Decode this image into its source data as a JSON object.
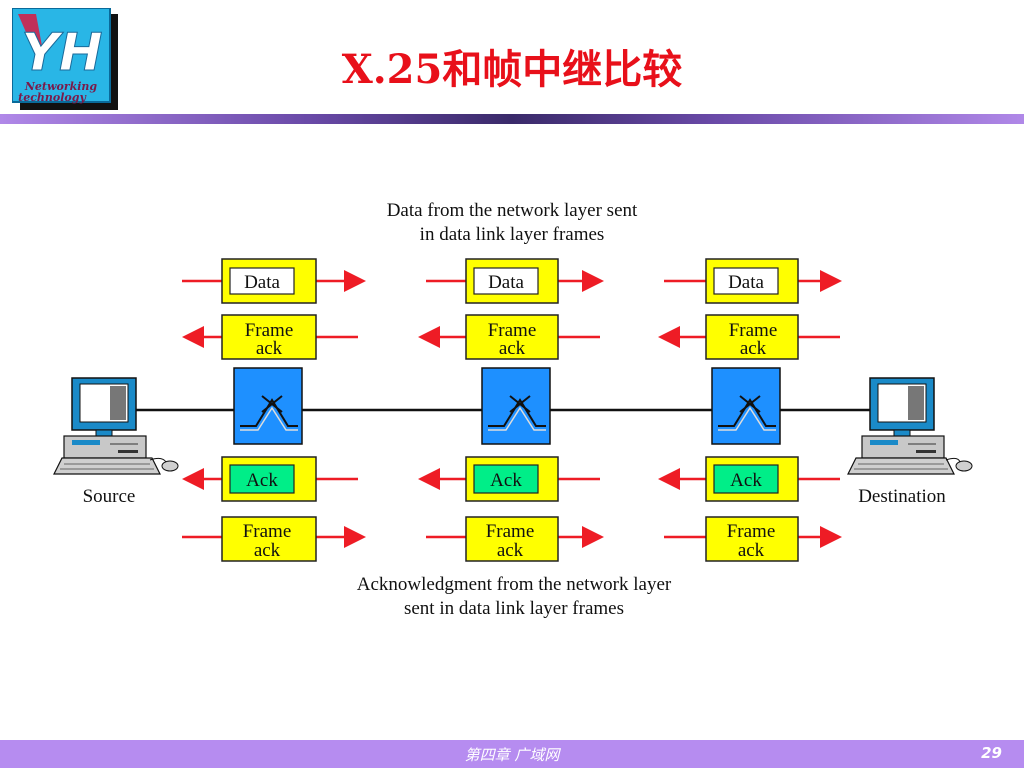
{
  "logo": {
    "letters": "YH",
    "line1": "Networking",
    "line2": "technology"
  },
  "title": "X.25和帧中继比较",
  "diagram": {
    "top_caption": [
      "Data from the network layer sent",
      "in data link layer frames"
    ],
    "bottom_caption": [
      "Acknowledgment from the network layer",
      "sent in data link layer frames"
    ],
    "data_label": "Data",
    "frame_ack_label": [
      "Frame",
      "ack"
    ],
    "ack_label": "Ack",
    "source_label": "Source",
    "destination_label": "Destination"
  },
  "colors": {
    "frame_yellow": "#ffff00",
    "arrow_red": "#ee1c25",
    "switch_blue": "#1e90ff",
    "ack_green": "#00ee88",
    "title_red": "#e8101a"
  },
  "footer": {
    "chapter": "第四章 广域网",
    "page": "29"
  }
}
